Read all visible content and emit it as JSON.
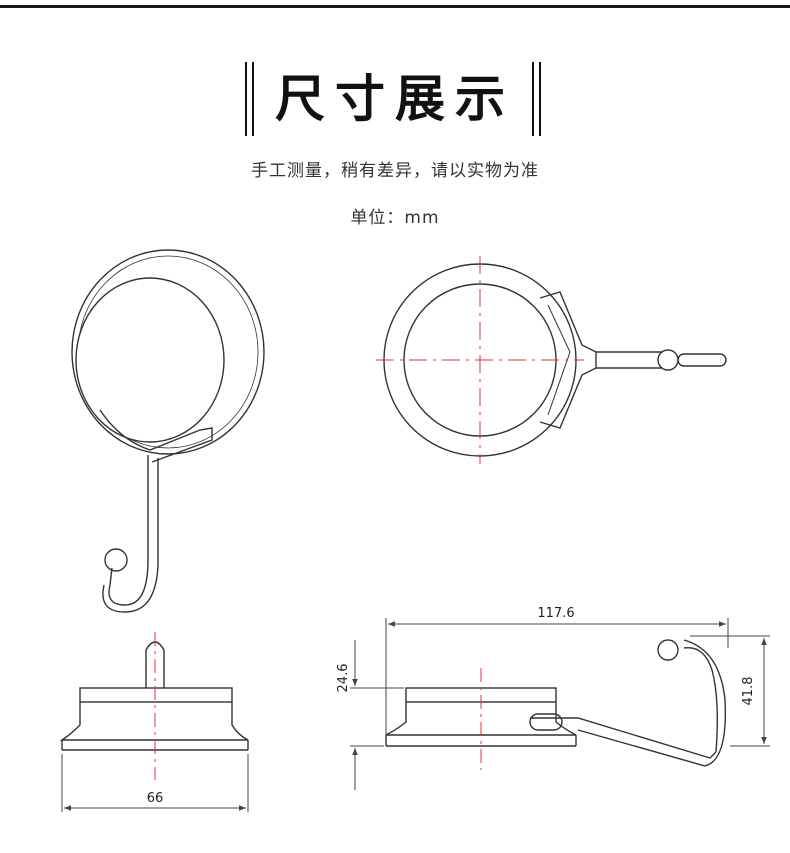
{
  "title": "尺寸展示",
  "subtitle": "手工测量，稍有差异，请以实物为准",
  "unit_label": "单位：mm",
  "dimensions": {
    "bottom_width": "66",
    "overall_length": "117.6",
    "base_height": "24.6",
    "overall_height": "41.8"
  },
  "colors": {
    "outline": "#333333",
    "centerline": "#e0323a",
    "dimension": "#444444"
  }
}
